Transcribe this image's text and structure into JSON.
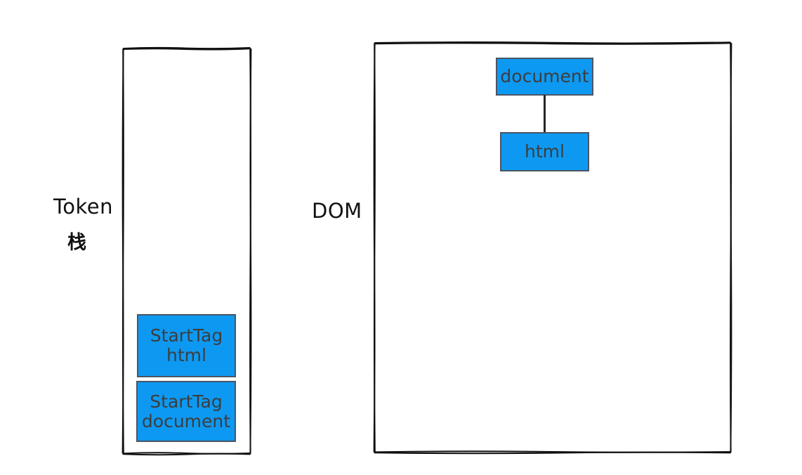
{
  "diagram": {
    "title_hidden": "",
    "background_color": "#ffffff",
    "node_fill_color": "#0d99f2",
    "node_border_color": "#4b5563",
    "node_text_color": "#3d3d3d",
    "container_border_color": "#111111",
    "edge_color": "#262626"
  },
  "token_panel": {
    "label": "Token",
    "label_cjk": "栈",
    "items": [
      {
        "line1": "StartTag",
        "line2": "html"
      },
      {
        "line1": "StartTag",
        "line2": "document"
      }
    ]
  },
  "dom_panel": {
    "label": "DOM",
    "nodes": [
      {
        "id": "document",
        "label": "document"
      },
      {
        "id": "html",
        "label": "html"
      }
    ],
    "edges": [
      {
        "from": "document",
        "to": "html"
      }
    ]
  }
}
